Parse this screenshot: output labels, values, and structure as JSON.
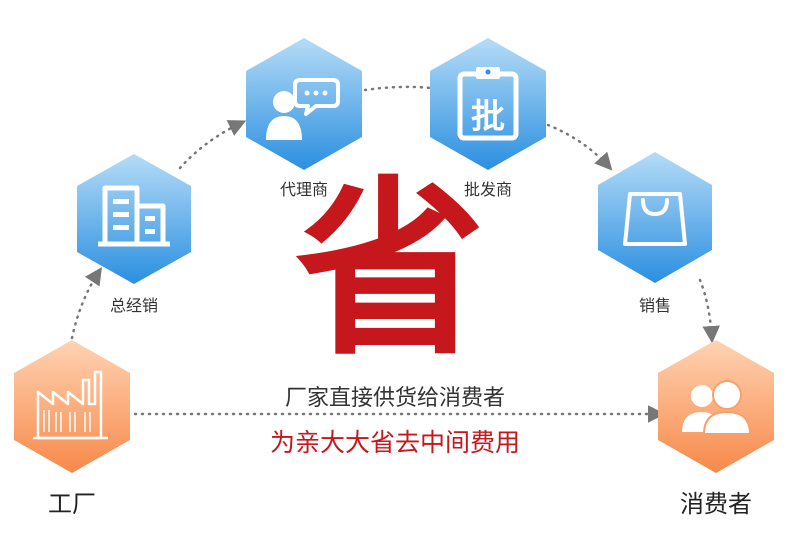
{
  "nodes": {
    "factory": "工厂",
    "distributor": "总经销",
    "agent": "代理商",
    "wholesaler": "批发商",
    "retail": "销售",
    "consumer": "消费者"
  },
  "icon_text": "批",
  "center": {
    "big_char": "省",
    "line1": "厂家直接供货给消费者",
    "line2": "为亲大大省去中间费用"
  },
  "colors": {
    "blue_light": "#b5dcf7",
    "blue_dark": "#2b8fe0",
    "orange_light": "#ffd3b3",
    "orange_dark": "#f7894a",
    "accent_red": "#c6171c",
    "arrow": "#777777"
  }
}
